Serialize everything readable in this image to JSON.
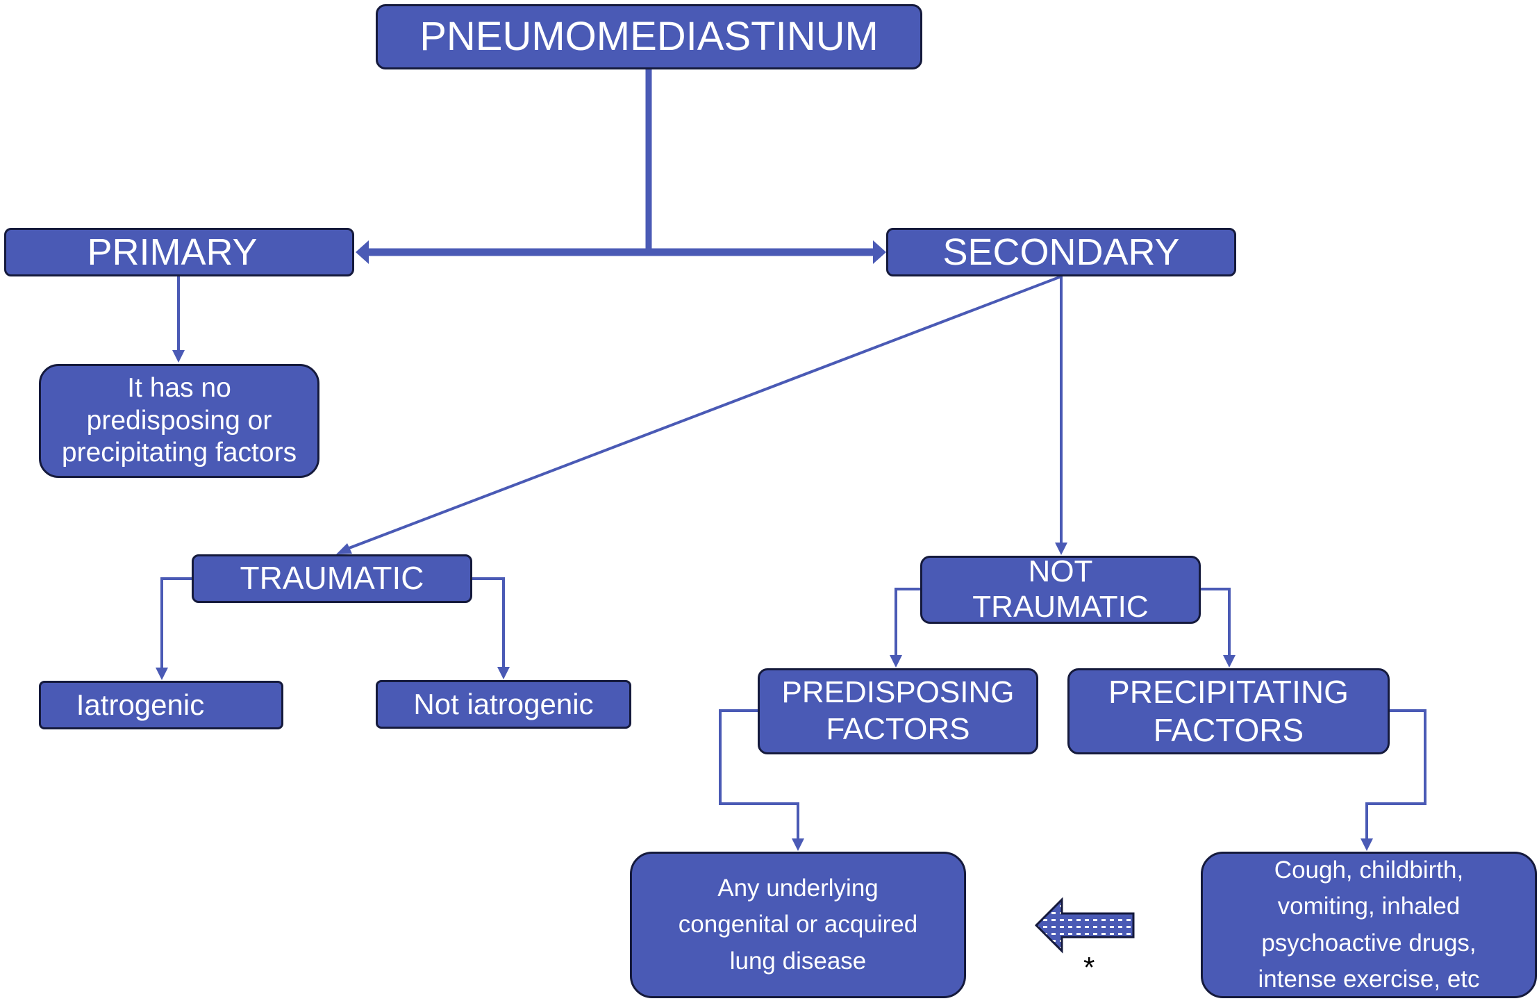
{
  "diagram": {
    "title": "Pneumomediastinum classification flowchart",
    "colors": {
      "node_fill": "#4a5ab5",
      "node_border": "#151a3c",
      "node_text": "#ffffff",
      "connector": "#4a5ab5",
      "background": "#ffffff"
    },
    "nodes": {
      "root": "PNEUMOMEDIASTINUM",
      "primary": "PRIMARY",
      "secondary": "SECONDARY",
      "primary_description": "It has no\npredisposing or\nprecipitating factors",
      "traumatic": "TRAUMATIC",
      "not_traumatic": "NOT\nTRAUMATIC",
      "iatrogenic": "Iatrogenic",
      "not_iatrogenic": "Not iatrogenic",
      "predisposing_factors": "PREDISPOSING\nFACTORS",
      "precipitating_factors": "PRECIPITATING\nFACTORS",
      "predisposing_examples": "Any underlying\ncongenital or acquired\nlung disease",
      "precipitating_examples": "Cough, childbirth,\nvomiting, inhaled\npsychoactive drugs,\nintense exercise, etc"
    },
    "edges": [
      {
        "from": "root",
        "to": "primary"
      },
      {
        "from": "root",
        "to": "secondary"
      },
      {
        "from": "primary",
        "to": "primary_description"
      },
      {
        "from": "secondary",
        "to": "traumatic"
      },
      {
        "from": "secondary",
        "to": "not_traumatic"
      },
      {
        "from": "traumatic",
        "to": "iatrogenic"
      },
      {
        "from": "traumatic",
        "to": "not_iatrogenic"
      },
      {
        "from": "not_traumatic",
        "to": "predisposing_factors"
      },
      {
        "from": "not_traumatic",
        "to": "precipitating_factors"
      },
      {
        "from": "predisposing_factors",
        "to": "predisposing_examples"
      },
      {
        "from": "precipitating_factors",
        "to": "precipitating_examples"
      },
      {
        "from": "precipitating_examples",
        "to": "predisposing_examples",
        "style": "dotted-block-arrow",
        "annotation": "*"
      }
    ],
    "footnote_marker": "*"
  }
}
